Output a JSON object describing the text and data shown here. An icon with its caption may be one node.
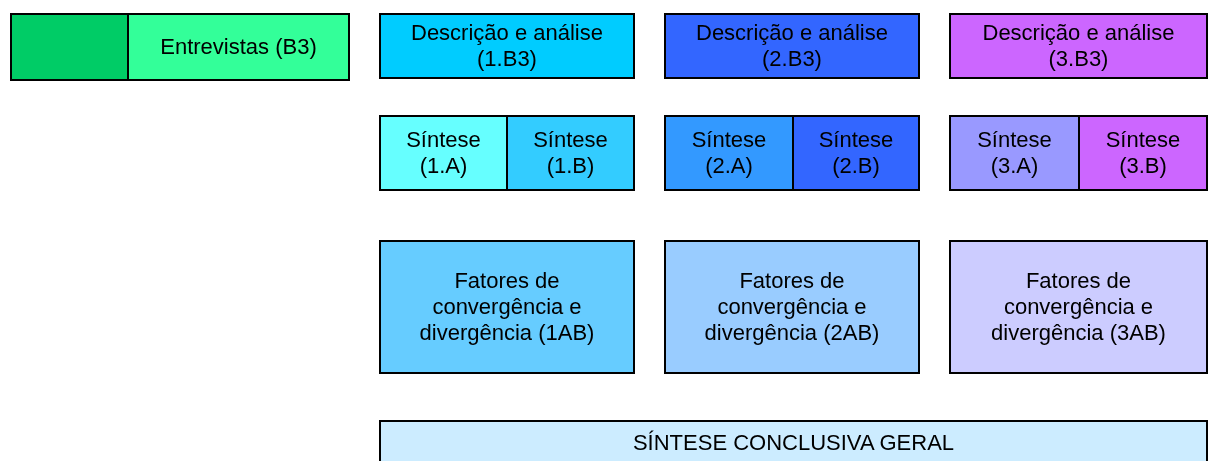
{
  "diagram": {
    "nodes": [
      {
        "text": [],
        "shape": "box"
      },
      {
        "text": [
          "Entrevistas (B3)"
        ]
      },
      {
        "text": [
          "Descrição e análise (1.B3)"
        ]
      },
      {
        "text": [
          "Descrição e análise (2.B3)"
        ]
      },
      {
        "text": [
          "Descrição e análise (3.B3)"
        ]
      },
      {
        "text": [
          "Síntese (1.A)"
        ]
      },
      {
        "text": [
          "Síntese (1.B)"
        ]
      },
      {
        "text": [
          "Síntese (2.A)"
        ]
      },
      {
        "text": [
          "Síntese (2.B)"
        ]
      },
      {
        "text": [
          "Síntese (3.A)"
        ]
      },
      {
        "text": [
          "Síntese (3.B)"
        ]
      },
      {
        "text": [
          "Fatores de convergência e divergência (1AB)"
        ]
      },
      {
        "text": [
          "Fatores de convergência e divergência (2AB)"
        ]
      },
      {
        "text": [
          "Fatores de convergência e divergência (3AB)"
        ]
      },
      {
        "text": [
          "SÍNTESE CONCLUSIVA GERAL"
        ]
      }
    ]
  }
}
